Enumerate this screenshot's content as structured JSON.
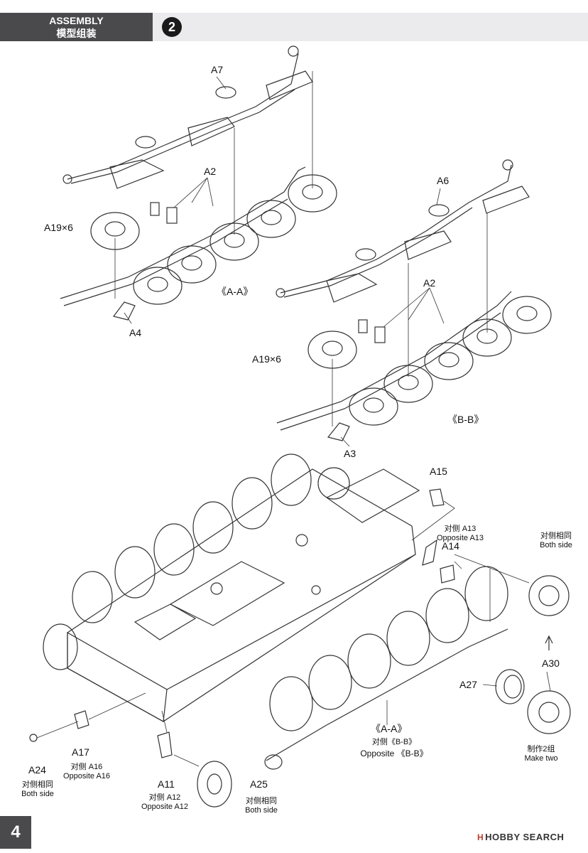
{
  "header": {
    "assembly_en": "ASSEMBLY",
    "assembly_zh": "模型组装",
    "step": "2"
  },
  "labels": {
    "a7": "A7",
    "a2_top": "A2",
    "a19x6_top": "A19×6",
    "aa_top": "《A-A》",
    "a4": "A4",
    "a6": "A6",
    "a2_mid": "A2",
    "a19x6_mid": "A19×6",
    "bb_mid": "《B-B》",
    "a3": "A3",
    "a15": "A15",
    "a13_zh": "对侧 A13",
    "a13_en": "Opposite A13",
    "a14": "A14",
    "sprocket_zh": "对侧相同",
    "sprocket_en": "Both side",
    "a30": "A30",
    "a27": "A27",
    "make_zh": "制作2组",
    "make_en": "Make two",
    "aa_bottom": "《A-A》",
    "bb_bottom_zh": "对侧《B-B》",
    "bb_bottom_en": "Opposite 《B-B》",
    "a17": "A17",
    "a16_zh": "对侧 A16",
    "a16_en": "Opposite A16",
    "a24": "A24",
    "a24_zh": "对侧相同",
    "a24_en": "Both side",
    "a11": "A11",
    "a12_zh": "对侧 A12",
    "a12_en": "Opposite A12",
    "a25": "A25",
    "a25_zh": "对侧相同",
    "a25_en": "Both side"
  },
  "footer": {
    "page_number": "4",
    "watermark_mark": "H",
    "watermark_text": "HOBBY SEARCH"
  }
}
